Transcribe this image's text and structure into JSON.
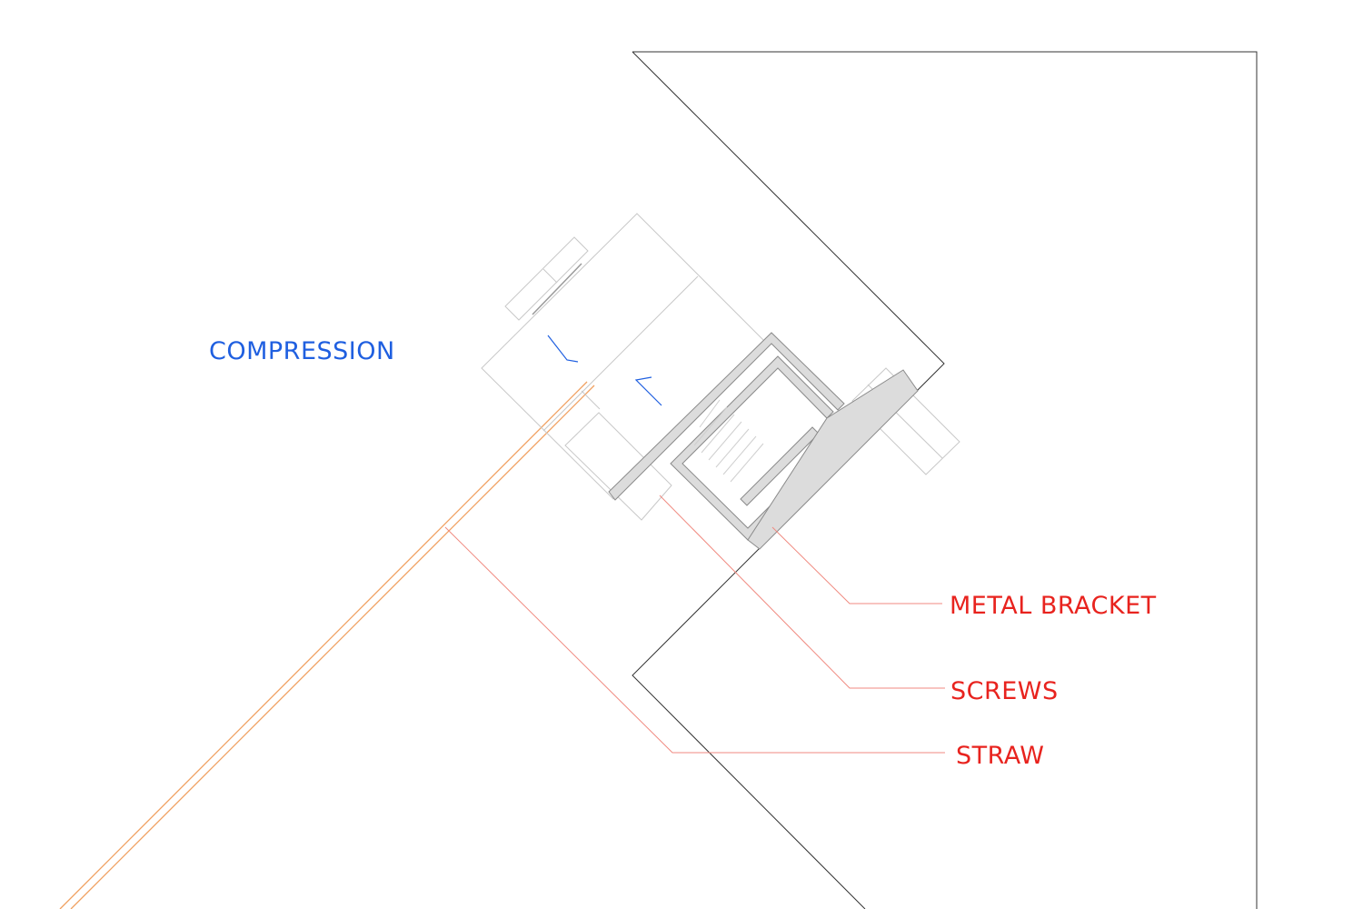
{
  "labels": {
    "compression": "COMPRESSION",
    "metal_bracket": "METAL BRACKET",
    "screws": "SCREWS",
    "straw": "STRAW"
  },
  "colors": {
    "outline": "#333333",
    "light_gray": "#c8c8c8",
    "bracket_fill": "#dcdcdc",
    "bracket_stroke": "#8a8a8a",
    "compression_blue": "#1f5fe0",
    "label_red": "#e8231e",
    "leader_red": "#f08a80",
    "straw_orange": "#f0a060"
  }
}
